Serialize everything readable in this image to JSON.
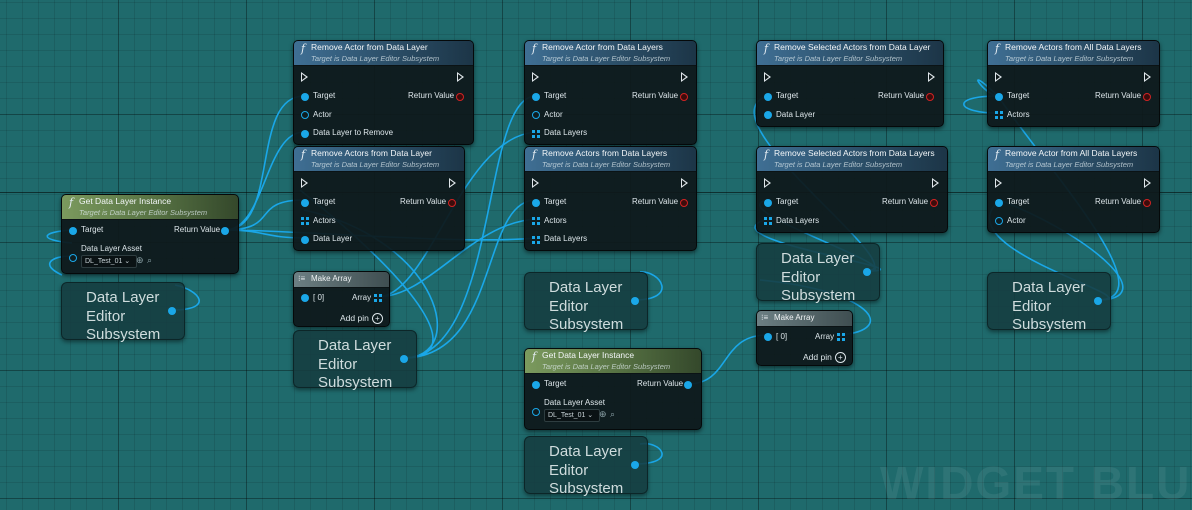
{
  "function_glyph": "f",
  "nodes": {
    "remove_actor_from_data_layer": {
      "title": "Remove Actor from Data Layer",
      "subtitle": "Target is Data Layer Editor Subsystem",
      "pins": {
        "target": "Target",
        "actor": "Actor",
        "data_layer": "Data Layer to Remove",
        "return": "Return Value"
      }
    },
    "remove_actors_from_data_layer": {
      "title": "Remove Actors from Data Layer",
      "subtitle": "Target is Data Layer Editor Subsystem",
      "pins": {
        "target": "Target",
        "actors": "Actors",
        "data_layer": "Data Layer",
        "return": "Return Value"
      }
    },
    "remove_actor_from_data_layers": {
      "title": "Remove Actor from Data Layers",
      "subtitle": "Target is Data Layer Editor Subsystem",
      "pins": {
        "target": "Target",
        "actor": "Actor",
        "data_layers": "Data Layers",
        "return": "Return Value"
      }
    },
    "remove_actors_from_data_layers": {
      "title": "Remove Actors from Data Layers",
      "subtitle": "Target is Data Layer Editor Subsystem",
      "pins": {
        "target": "Target",
        "actors": "Actors",
        "data_layers": "Data Layers",
        "return": "Return Value"
      }
    },
    "remove_selected_actors_from_data_layer": {
      "title": "Remove Selected Actors from Data Layer",
      "subtitle": "Target is Data Layer Editor Subsystem",
      "pins": {
        "target": "Target",
        "data_layer": "Data Layer",
        "return": "Return Value"
      }
    },
    "remove_selected_actors_from_data_layers": {
      "title": "Remove Selected Actors from Data Layers",
      "subtitle": "Target is Data Layer Editor Subsystem",
      "pins": {
        "target": "Target",
        "data_layers": "Data Layers",
        "return": "Return Value"
      }
    },
    "remove_actors_from_all_data_layers": {
      "title": "Remove Actors from All Data Layers",
      "subtitle": "Target is Data Layer Editor Subsystem",
      "pins": {
        "target": "Target",
        "actors": "Actors",
        "return": "Return Value"
      }
    },
    "remove_actor_from_all_data_layers": {
      "title": "Remove Actor from All Data Layers",
      "subtitle": "Target is Data Layer Editor Subsystem",
      "pins": {
        "target": "Target",
        "actor": "Actor",
        "return": "Return Value"
      }
    },
    "get_data_layer_instance_1": {
      "title": "Get Data Layer Instance",
      "subtitle": "Target is Data Layer Editor Subsystem",
      "pins": {
        "target": "Target",
        "asset": "Data Layer Asset",
        "return": "Return Value"
      },
      "asset_value": "DL_Test_01"
    },
    "get_data_layer_instance_2": {
      "title": "Get Data Layer Instance",
      "subtitle": "Target is Data Layer Editor Subsystem",
      "pins": {
        "target": "Target",
        "asset": "Data Layer Asset",
        "return": "Return Value"
      },
      "asset_value": "DL_Test_01"
    },
    "make_array_1": {
      "title": "Make Array",
      "index": "[ 0]",
      "array": "Array",
      "add_pin": "Add pin"
    },
    "make_array_2": {
      "title": "Make Array",
      "index": "[ 0]",
      "array": "Array",
      "add_pin": "Add pin"
    }
  },
  "subsystem_label": "Data Layer Editor Subsystem",
  "watermark": "WIDGET BLUEPRI",
  "colors": {
    "background": "#1f6a6c",
    "wire": "#1aa7e8",
    "exec_pin": "#dfe6ea",
    "error_pin": "#d12323",
    "function_header": "#3f6f94",
    "pure_header": "#7b9a5e"
  }
}
